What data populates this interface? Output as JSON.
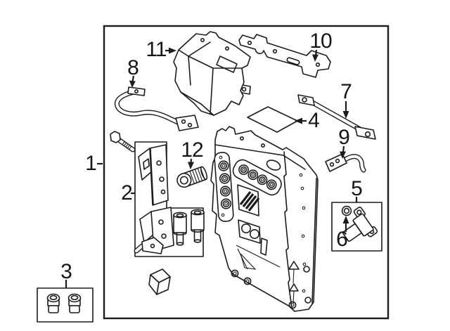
{
  "diagram": {
    "type": "exploded-parts-diagram",
    "background": "#ffffff",
    "line_color": "#1c1c1c",
    "callouts": [
      {
        "id": "1",
        "label": "1"
      },
      {
        "id": "2",
        "label": "2"
      },
      {
        "id": "3",
        "label": "3"
      },
      {
        "id": "4",
        "label": "4"
      },
      {
        "id": "5",
        "label": "5"
      },
      {
        "id": "6",
        "label": "6"
      },
      {
        "id": "7",
        "label": "7"
      },
      {
        "id": "8",
        "label": "8"
      },
      {
        "id": "9",
        "label": "9"
      },
      {
        "id": "10",
        "label": "10"
      },
      {
        "id": "11",
        "label": "11"
      },
      {
        "id": "12",
        "label": "12"
      }
    ]
  }
}
